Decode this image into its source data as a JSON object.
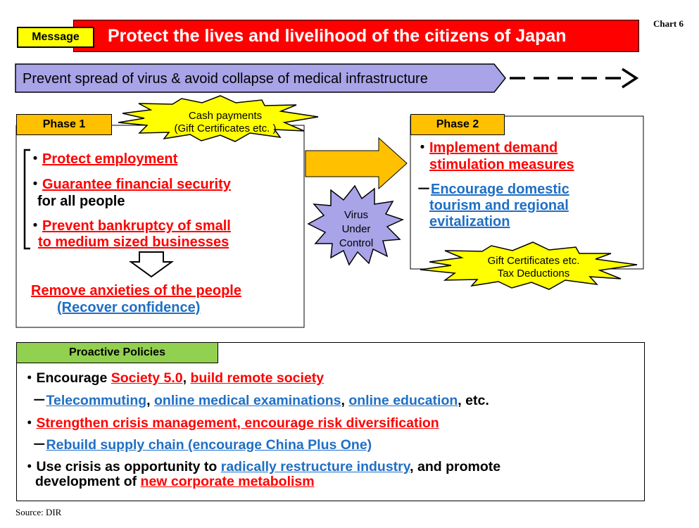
{
  "chart_label": "Chart 6",
  "message": {
    "label": "Message",
    "title": "Protect the lives and livelihood of the citizens of Japan"
  },
  "prevent_banner": "Prevent spread of virus & avoid collapse of medical infrastructure",
  "phase1": {
    "label": "Phase 1",
    "burst": [
      "Cash payments",
      "(Gift Certificates etc. )"
    ],
    "items": [
      {
        "bullet": "・",
        "red": "Protect employment",
        "rest": ""
      },
      {
        "bullet": "・",
        "red": "Guarantee financial security",
        "rest": "for all people"
      },
      {
        "bullet": "・",
        "red": "Prevent bankruptcy of small",
        "red2": "to medium sized businesses"
      }
    ],
    "outcome_red": "Remove anxieties of the people",
    "outcome_blue": "(Recover confidence)"
  },
  "virus": [
    "Virus",
    "Under",
    "Control"
  ],
  "phase2": {
    "label": "Phase 2",
    "bullet": "・",
    "red_line1": "Implement demand",
    "red_line2": "stimulation measures",
    "dash": "－",
    "blue_line1": "Encourage domestic",
    "blue_line2": "tourism and regional",
    "blue_line3": "evitalization",
    "burst": [
      "Gift Certificates etc.",
      "Tax Deductions"
    ]
  },
  "proactive": {
    "label": "Proactive  Policies",
    "line1": {
      "bullet": "・",
      "pre": "Encourage ",
      "red1": "Society 5.0",
      "sep": ", ",
      "red2": "build remote society"
    },
    "line2": {
      "dash": "－",
      "blue1": "Telecommuting",
      "sep1": ", ",
      "blue2": "online medical examinations",
      "sep2": ", ",
      "blue3": "online education",
      "post": ", etc."
    },
    "line3": {
      "bullet": "・",
      "red": "Strengthen crisis management, encourage risk diversification"
    },
    "line4": {
      "dash": "－",
      "blue": "Rebuild supply chain (encourage China Plus One)"
    },
    "line5": {
      "bullet": "・",
      "pre": "Use crisis as opportunity to ",
      "blue": "radically restructure industry",
      "post": ", and promote"
    },
    "line6": {
      "pre": "development of ",
      "red": "new corporate metabolism"
    }
  },
  "source": "Source: DIR",
  "colors": {
    "message_red": "#ff0000",
    "message_label_yellow": "#ffff00",
    "banner_purple": "#a9a3e8",
    "phase_orange": "#ffc000",
    "burst_yellow": "#ffff00",
    "proactive_green": "#92d050",
    "text_red": "#ff0000",
    "text_blue": "#1f6fc5"
  }
}
